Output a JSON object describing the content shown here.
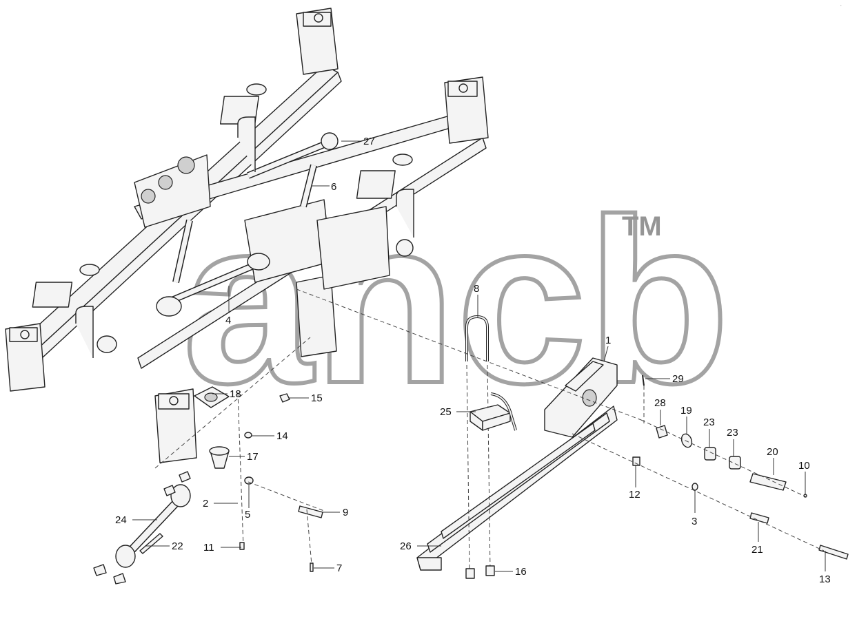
{
  "watermark": {
    "text": "ancb",
    "trademark": "TM"
  },
  "corner_mark": "·",
  "callouts": {
    "c1": "1",
    "c2": "2",
    "c3": "3",
    "c4": "4",
    "c5": "5",
    "c6": "6",
    "c7": "7",
    "c8": "8",
    "c9": "9",
    "c10": "10",
    "c11": "11",
    "c12": "12",
    "c13": "13",
    "c14": "14",
    "c15": "15",
    "c16": "16",
    "c17": "17",
    "c18": "18",
    "c19": "19",
    "c20": "20",
    "c21": "21",
    "c22": "22",
    "c23a": "23",
    "c23b": "23",
    "c24": "24",
    "c25": "25",
    "c26": "26",
    "c27": "27",
    "c28": "28",
    "c29": "29"
  }
}
